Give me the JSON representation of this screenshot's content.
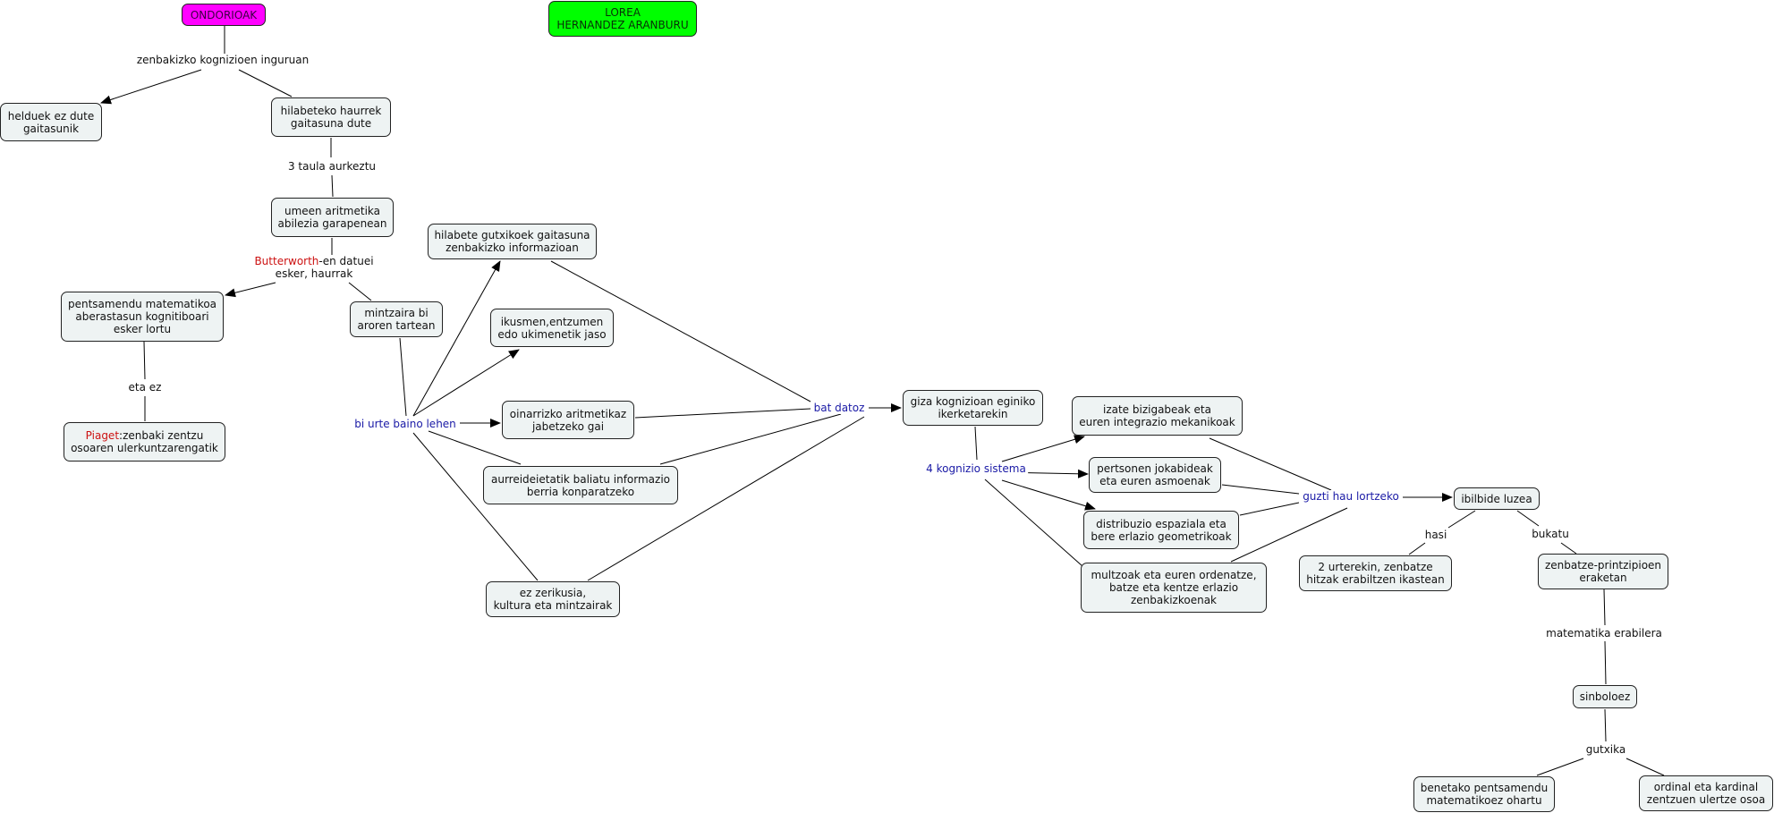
{
  "nodes": {
    "ondorioak": "ONDORIOAK",
    "author_line1": "LOREA",
    "author_line2": "HERNANDEZ ARANBURU",
    "helduek_1": "helduek ez dute",
    "helduek_2": "gaitasunik",
    "hilabeteko_1": "hilabeteko haurrek",
    "hilabeteko_2": "gaitasuna dute",
    "umeen_1": "umeen aritmetika",
    "umeen_2": "abilezia garapenean",
    "pentsamendu_1": "pentsamendu matematikoa",
    "pentsamendu_2": "aberastasun kognitiboari",
    "pentsamendu_3": "esker lortu",
    "piaget_red": "Piaget",
    "piaget_rest": ":zenbaki zentzu",
    "piaget_2": "osoaren ulerkuntzarengatik",
    "mintzaira_1": "mintzaira bi",
    "mintzaira_2": "aroren tartean",
    "hilabete_gutxi_1": "hilabete gutxikoek gaitasuna",
    "hilabete_gutxi_2": "zenbakizko informazioan",
    "ikusmen_1": "ikusmen,entzumen",
    "ikusmen_2": "edo ukimenetik jaso",
    "oinarrizko_1": "oinarrizko aritmetikaz",
    "oinarrizko_2": "jabetzeko gai",
    "aurreideietatik_1": "aurreideietatik baliatu informazio",
    "aurreideietatik_2": "berria konparatzeko",
    "ez_zerikusia_1": "ez zerikusia,",
    "ez_zerikusia_2": "kultura eta mintzairak",
    "giza_1": "giza kognizioan eginiko",
    "giza_2": "ikerketarekin",
    "izate_1": "izate bizigabeak eta",
    "izate_2": "euren integrazio mekanikoak",
    "pertsonen_1": "pertsonen jokabideak",
    "pertsonen_2": "eta euren asmoenak",
    "distribuzio_1": "distribuzio espaziala eta",
    "distribuzio_2": "bere erlazio geometrikoak",
    "multzoak_1": "multzoak eta euren ordenatze,",
    "multzoak_2": "batze eta kentze erlazio",
    "multzoak_3": "zenbakizkoenak",
    "ibilbide": "ibilbide luzea",
    "urterekin_1": "2 urterekin, zenbatze",
    "urterekin_2": "hitzak erabiltzen ikastean",
    "zenbatze_1": "zenbatze-printzipioen",
    "zenbatze_2": "eraketan",
    "sinboloez": "sinboloez",
    "benetako_1": "benetako pentsamendu",
    "benetako_2": "matematikoez ohartu",
    "ordinal_1": "ordinal eta kardinal",
    "ordinal_2": "zentzuen ulertze osoa"
  },
  "links": {
    "zenbakizko": "zenbakizko kognizioen inguruan",
    "taula": "3 taula aurkeztu",
    "butterworth_red": "Butterworth",
    "butterworth_rest": "-en datuei",
    "butterworth_2": "esker, haurrak",
    "eta_ez": "eta ez",
    "bi_urte": "bi urte baino lehen",
    "bat_datoz": "bat datoz",
    "kognizio": "4 kognizio sistema",
    "guzti": "guzti hau lortzeko",
    "hasi": "hasi",
    "bukatu": "bukatu",
    "matematika": "matematika erabilera",
    "gutxika": "gutxika"
  },
  "colors": {
    "node_fill": "#eef3f3",
    "title_fill": "#ff00ff",
    "author_fill": "#00ff00",
    "link_blue": "#1a1aa6",
    "link_red": "#cc1111"
  }
}
